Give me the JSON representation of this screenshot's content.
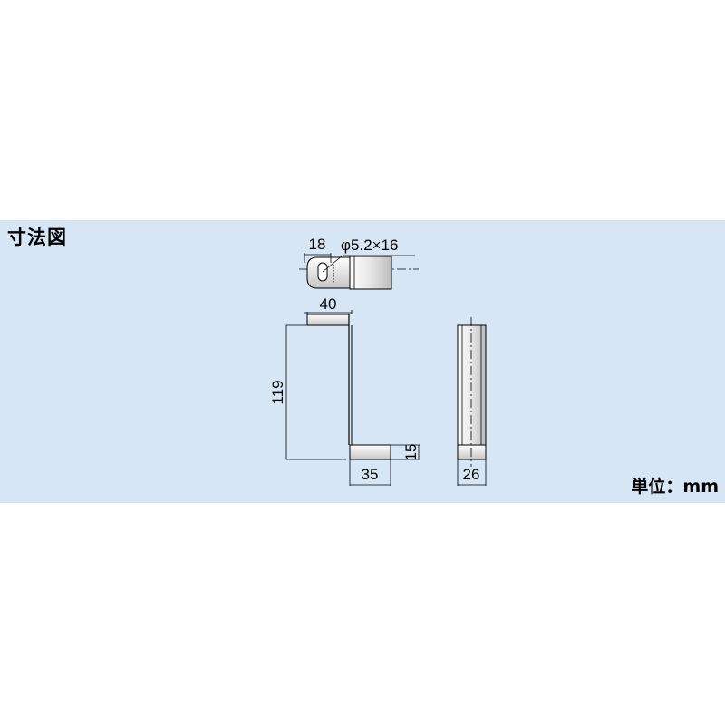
{
  "title": "寸法図",
  "unit_label": "単位：mm",
  "dimensions": {
    "slot_width": "18",
    "hole_spec": "φ5.2×16",
    "top_width": "40",
    "height": "119",
    "foot_length": "35",
    "foot_thickness": "15",
    "depth": "26"
  },
  "colors": {
    "panel_background": "#d6e6f5",
    "metal_light": "#f2f2f2",
    "metal_shade": "#c9c9c9"
  }
}
